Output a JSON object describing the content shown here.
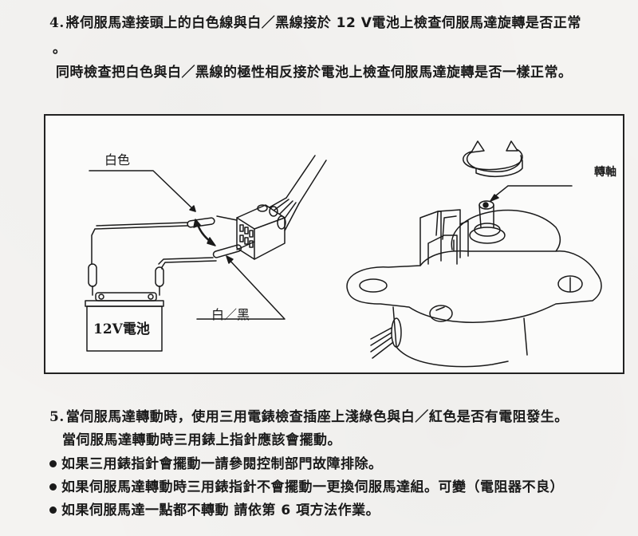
{
  "step4": {
    "number": "4.",
    "line1": "將伺服馬達接頭上的白色線與白／黑線接於 12 V電池上檢查伺服馬達旋轉是否正常",
    "line1_end": "。",
    "line2": "同時檢查把白色與白／黑線的極性相反接於電池上檢查伺服馬達旋轉是否一樣正常。"
  },
  "figure": {
    "label_white": "白色",
    "label_white_black": "白／黑",
    "label_battery": "12V電池",
    "label_shaft": "轉軸",
    "icons": [
      "battery-icon",
      "connector-plug-icon",
      "rotation-arrows-icon",
      "servo-motor-icon"
    ]
  },
  "step5": {
    "number": "5.",
    "line1": "當伺服馬達轉動時，使用三用電錶檢查插座上淺綠色與白／紅色是否有電阻發生。",
    "line2": "當伺服馬達轉動時三用錶上指針應該會擺動。",
    "bullets": [
      "如果三用錶指針會擺動一請參閱控制部門故障排除。",
      "如果伺服馬達轉動時三用錶指針不會擺動一更換伺服馬達組。可變（電阻器不良）",
      "如果伺服馬達一點都不轉動 請依第 6 項方法作業。"
    ]
  }
}
